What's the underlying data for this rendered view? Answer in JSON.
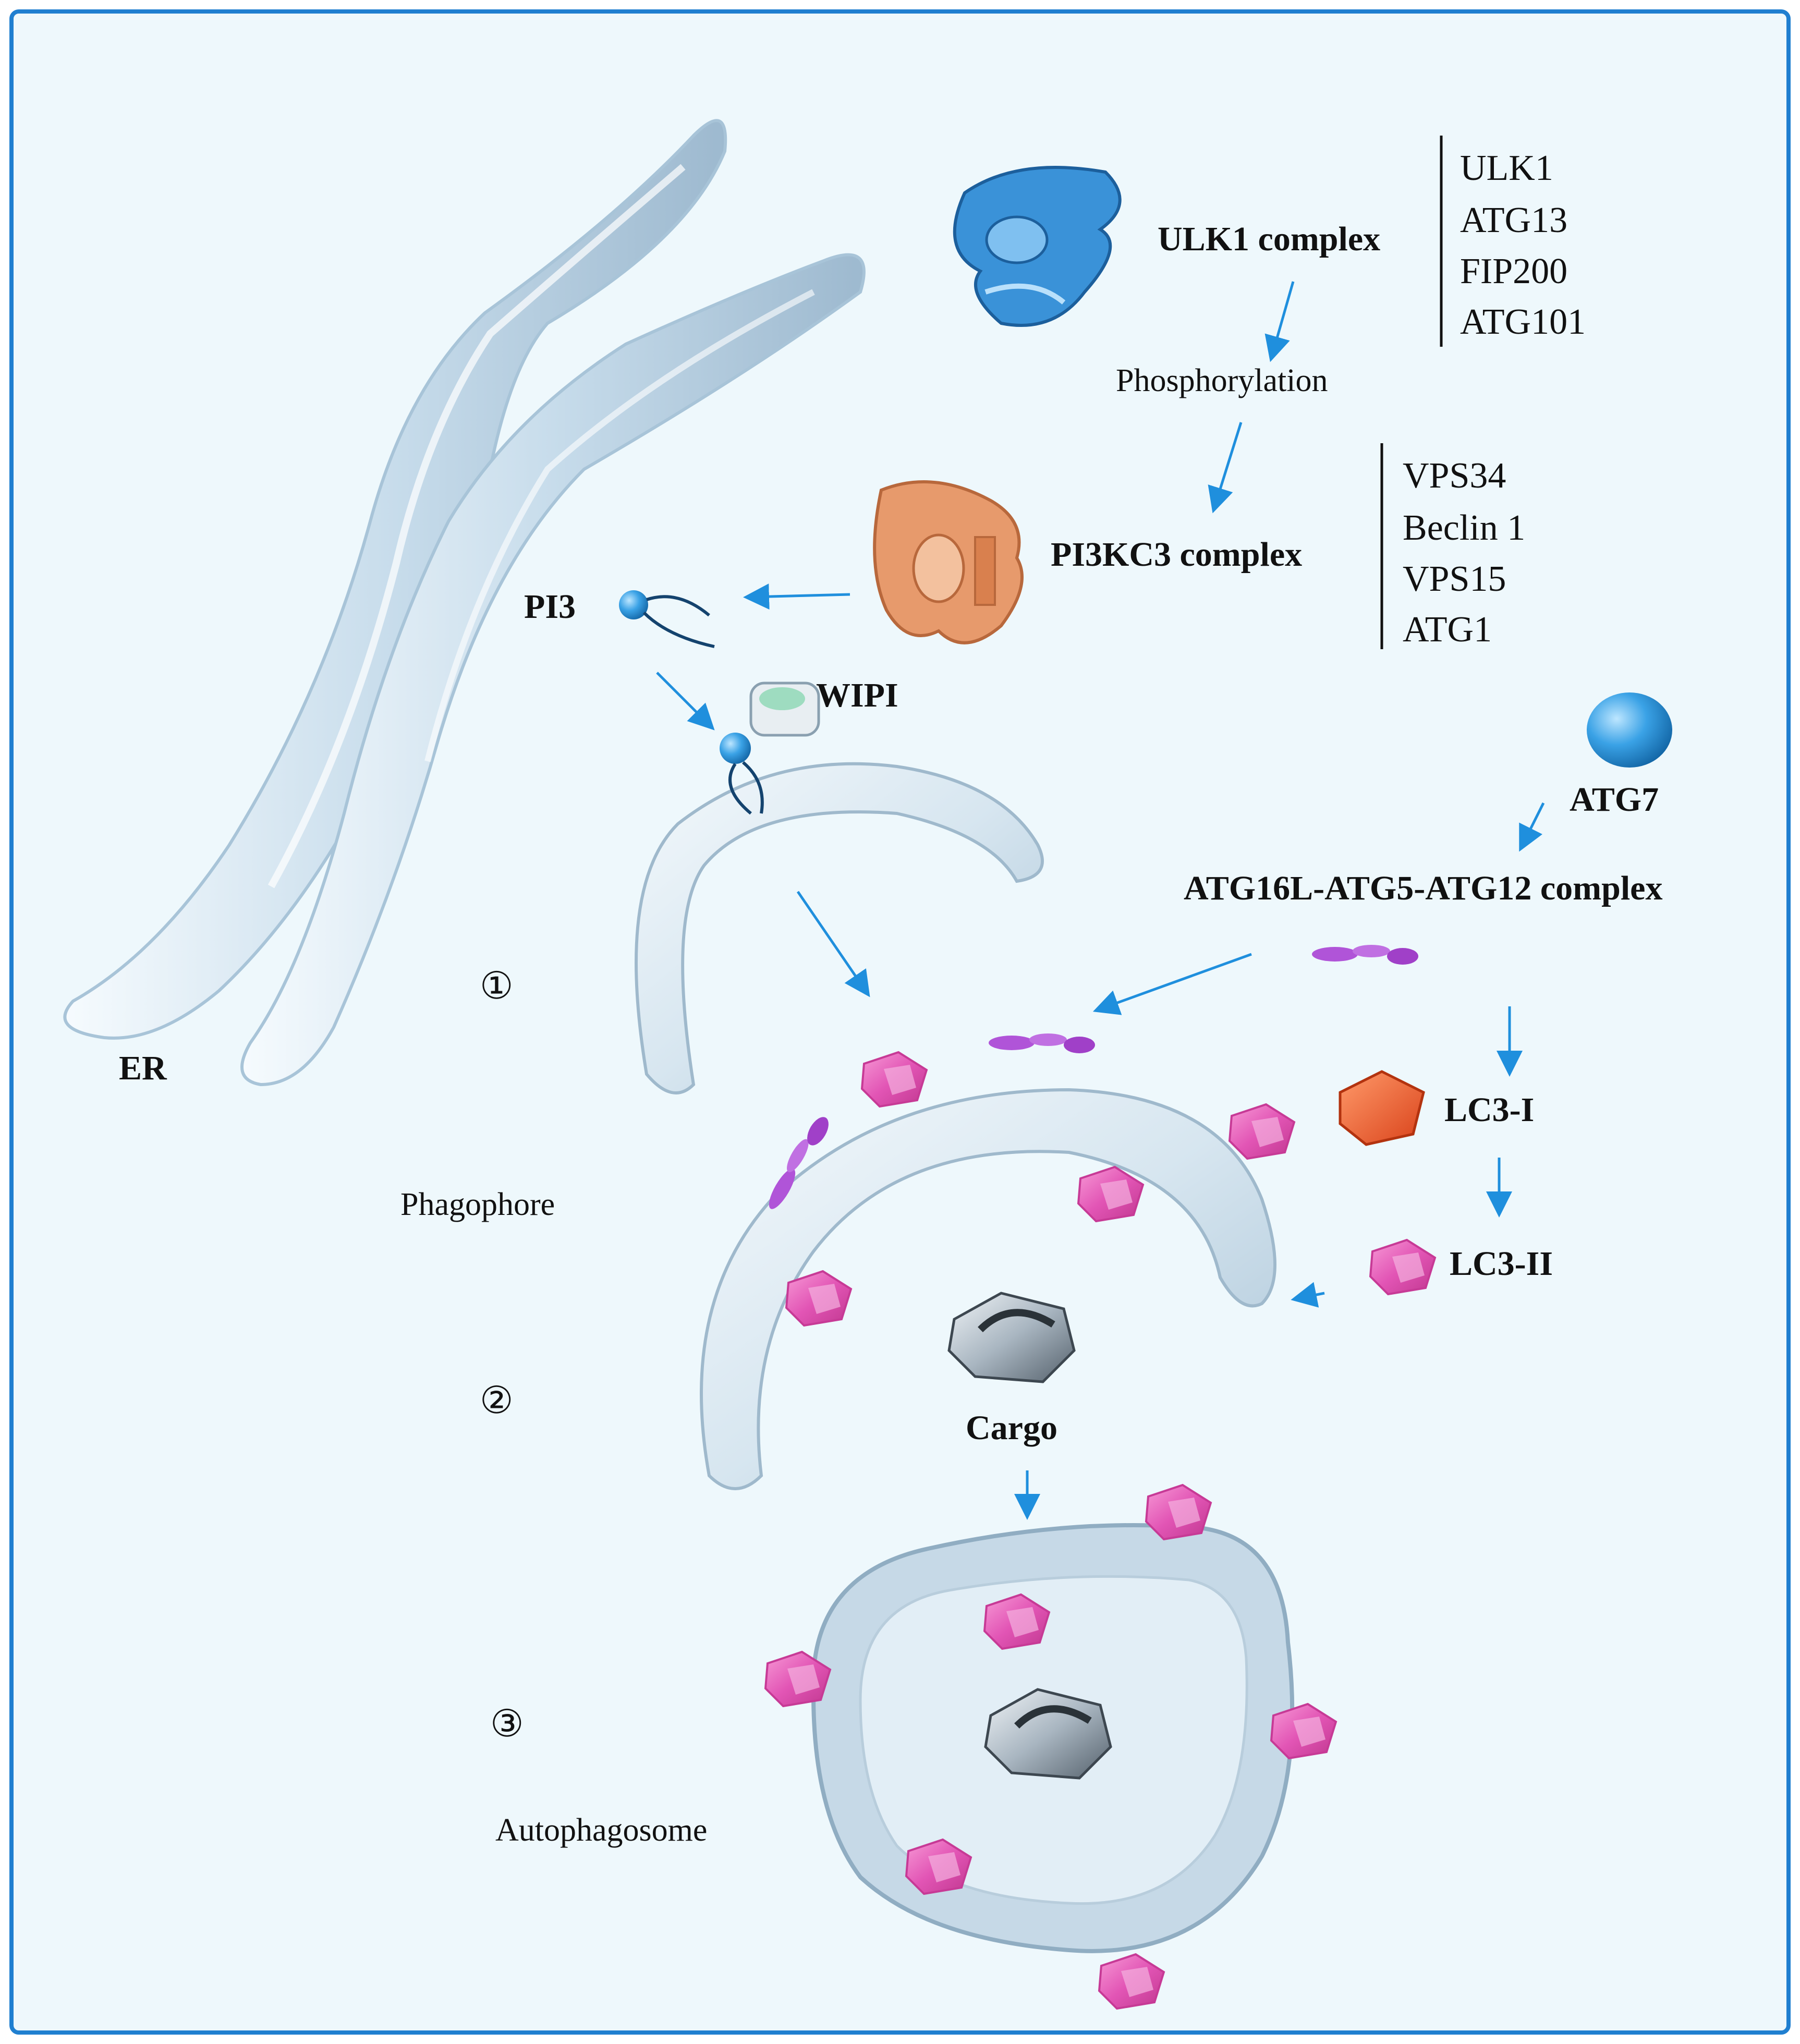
{
  "colors": {
    "background": "#eef8fc",
    "frame": "#1f7fd0",
    "arrow": "#1f8fdd",
    "membrane": "#c8dbe8",
    "lc3_ii": "#e255b5",
    "lc3_i": "#f05a28",
    "atg12_complex": "#b054d8",
    "ulk1_complex": "#3a92d8",
    "pi3kc3_complex": "#e79a6c"
  },
  "labels": {
    "ulk1_complex": "ULK1 complex",
    "pi3kc3_complex": "PI3KC3 complex",
    "phosphorylation": "Phosphorylation",
    "pi3": "PI3",
    "wipi": "WIPI",
    "atg7": "ATG7",
    "atg16l_complex": "ATG16L-ATG5-ATG12 complex",
    "lc3_i": "LC3-I",
    "lc3_ii": "LC3-II",
    "er": "ER",
    "phagophore": "Phagophore",
    "cargo": "Cargo",
    "autophagosome": "Autophagosome",
    "step1": "①",
    "step2": "②",
    "step3": "③"
  },
  "ulk1_members": [
    "ULK1",
    "ATG13",
    "FIP200",
    "ATG101"
  ],
  "pi3kc3_members": [
    "VPS34",
    "Beclin 1",
    "VPS15",
    "ATG1"
  ]
}
